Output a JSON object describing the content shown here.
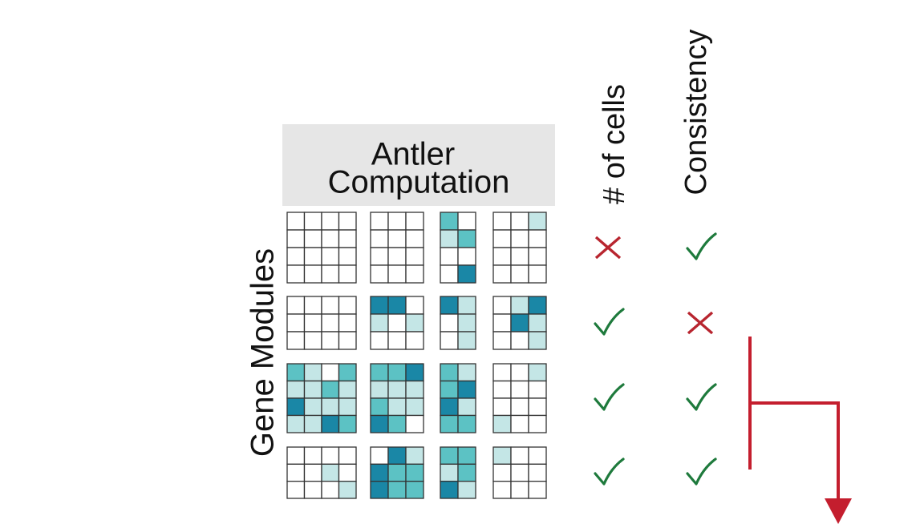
{
  "header": {
    "line1": "Antler",
    "line2": "Computation"
  },
  "y_axis_label": "Gene Modules",
  "column_labels": {
    "cells": "# of cells",
    "consistency": "Consistency"
  },
  "colors": {
    "header_bg": "#e6e6e6",
    "grid_line": "#333333",
    "light": "#c4e6e6",
    "medium": "#5cc2c4",
    "dark": "#1a87a6",
    "check": "#1e7a3c",
    "cross": "#b8252f",
    "arrow": "#c41e2e"
  },
  "rows": [
    {
      "grids": [
        [
          [
            0,
            0,
            0,
            0
          ],
          [
            0,
            0,
            0,
            0
          ],
          [
            0,
            0,
            0,
            0
          ],
          [
            0,
            0,
            0,
            0
          ]
        ],
        [
          [
            0,
            0,
            0
          ],
          [
            0,
            0,
            0
          ],
          [
            0,
            0,
            0
          ],
          [
            0,
            0,
            0
          ]
        ],
        [
          [
            2,
            0
          ],
          [
            1,
            2
          ],
          [
            0,
            0
          ],
          [
            0,
            3
          ]
        ],
        [
          [
            0,
            0,
            1
          ],
          [
            0,
            0,
            0
          ],
          [
            0,
            0,
            0
          ],
          [
            0,
            0,
            0
          ]
        ]
      ],
      "cells_ok": false,
      "consistency_ok": true
    },
    {
      "grids": [
        [
          [
            0,
            0,
            0,
            0
          ],
          [
            0,
            0,
            0,
            0
          ],
          [
            0,
            0,
            0,
            0
          ]
        ],
        [
          [
            3,
            3,
            0
          ],
          [
            1,
            0,
            1
          ],
          [
            0,
            0,
            0
          ]
        ],
        [
          [
            3,
            1
          ],
          [
            0,
            1
          ],
          [
            0,
            1
          ]
        ],
        [
          [
            0,
            1,
            3
          ],
          [
            0,
            3,
            1
          ],
          [
            0,
            0,
            1
          ]
        ]
      ],
      "cells_ok": true,
      "consistency_ok": false
    },
    {
      "grids": [
        [
          [
            2,
            1,
            0,
            2
          ],
          [
            1,
            1,
            2,
            1
          ],
          [
            3,
            1,
            1,
            1
          ],
          [
            1,
            1,
            3,
            2
          ]
        ],
        [
          [
            2,
            2,
            3
          ],
          [
            1,
            1,
            1
          ],
          [
            2,
            1,
            1
          ],
          [
            3,
            2,
            0
          ]
        ],
        [
          [
            2,
            1
          ],
          [
            2,
            3
          ],
          [
            3,
            1
          ],
          [
            2,
            2
          ]
        ],
        [
          [
            0,
            0,
            1
          ],
          [
            0,
            0,
            0
          ],
          [
            0,
            0,
            0
          ],
          [
            1,
            0,
            0
          ]
        ]
      ],
      "cells_ok": true,
      "consistency_ok": true
    },
    {
      "grids": [
        [
          [
            0,
            0,
            0,
            0
          ],
          [
            0,
            0,
            1,
            0
          ],
          [
            0,
            0,
            0,
            1
          ]
        ],
        [
          [
            0,
            3,
            1
          ],
          [
            3,
            2,
            2
          ],
          [
            3,
            2,
            2
          ]
        ],
        [
          [
            2,
            2
          ],
          [
            1,
            2
          ],
          [
            3,
            1
          ]
        ],
        [
          [
            1,
            0,
            0
          ],
          [
            0,
            0,
            0
          ],
          [
            0,
            0,
            0
          ]
        ]
      ],
      "cells_ok": true,
      "consistency_ok": true
    }
  ]
}
